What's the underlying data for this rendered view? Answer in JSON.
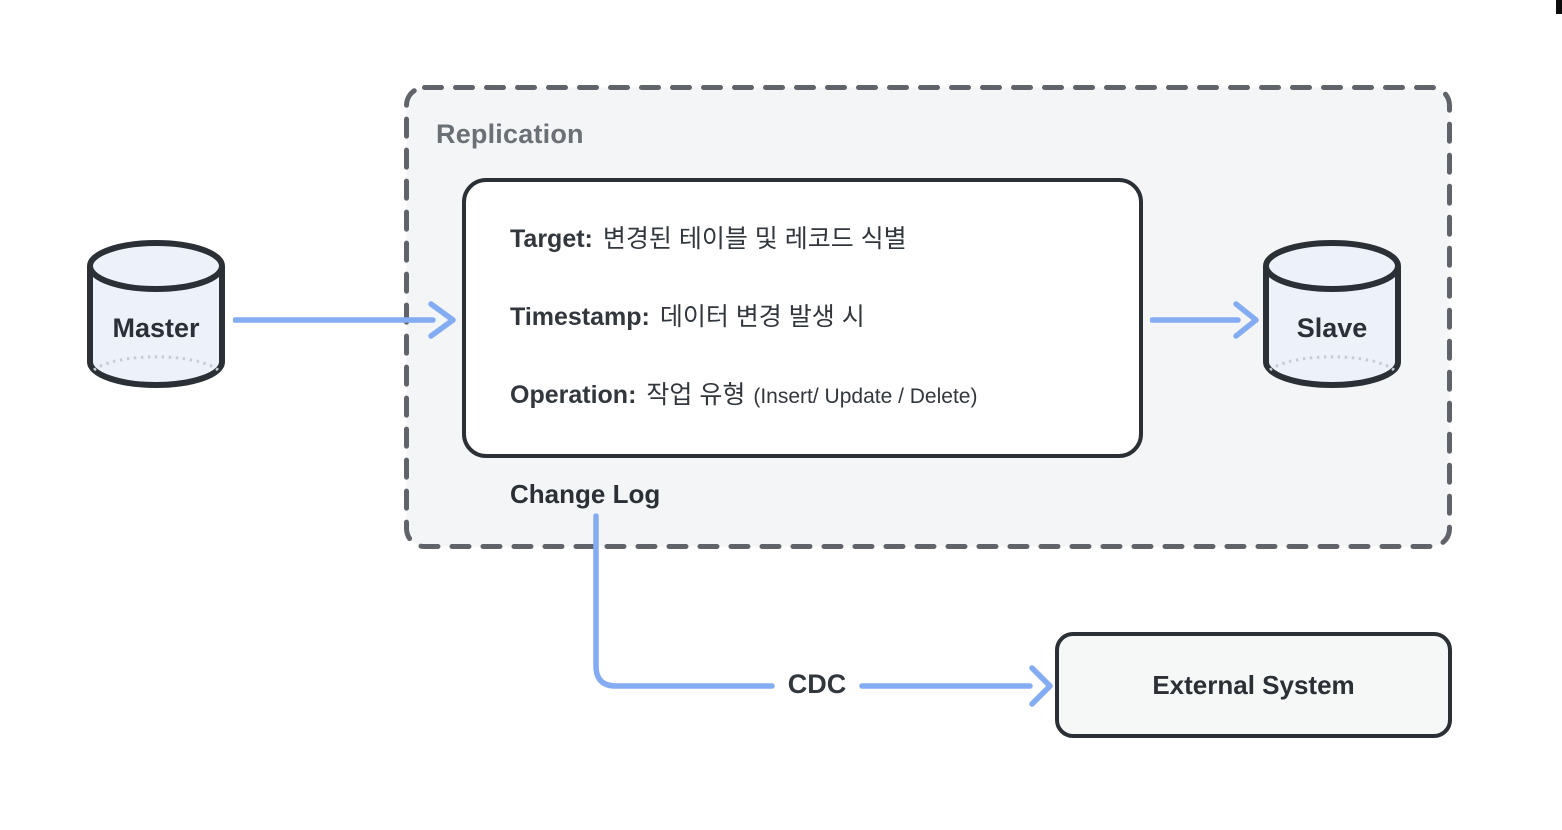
{
  "diagram": {
    "replication_group": {
      "label": "Replication"
    },
    "master": {
      "label": "Master"
    },
    "slave": {
      "label": "Slave"
    },
    "change_log": {
      "label": "Change Log"
    },
    "record_box": {
      "rows": [
        {
          "label": "Target:",
          "text": "변경된 테이블 및 레코드 식별",
          "note": ""
        },
        {
          "label": "Timestamp:",
          "text": "데이터 변경 발생 시",
          "note": ""
        },
        {
          "label": "Operation:",
          "text": "작업 유형",
          "note": "(Insert/ Update / Delete)"
        }
      ]
    },
    "cdc": {
      "label": "CDC"
    },
    "external_system": {
      "label": "External System"
    },
    "colors": {
      "arrow_blue": "#84acf2",
      "dash_gray": "#60646a",
      "box_border": "#2b3036",
      "group_bg": "#f4f5f6",
      "cylinder_fill": "#edf1f9",
      "text_dark": "#32373d",
      "label_gray": "#6b7077"
    }
  }
}
